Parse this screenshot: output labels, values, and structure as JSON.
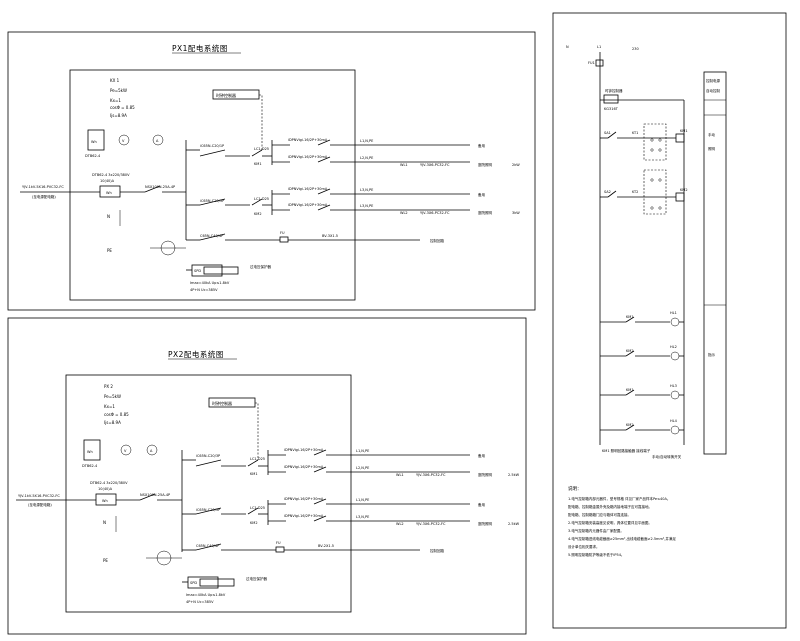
{
  "px1": {
    "title": "PX1配电系统图",
    "params": [
      "KX 1",
      "Pe=5kW",
      "Kx=1",
      "cosΦ = 0.85",
      "Ijs=8.9A"
    ],
    "remote_box": "时钟控制器",
    "meter_label": "DTB62-4",
    "meter_v": "V",
    "meter_a": "A",
    "incoming_cable": "YJV-1kV-5X16-PVC32-FC",
    "incoming_sub": "(至电源配电箱)",
    "meter_spec": "DTB62-4 3x220/380V",
    "meter_spec2": "10(40)A",
    "wh_label": "Wh",
    "main_breaker": "NSX100N-25A-4P",
    "n_label": "N",
    "pe_label": "PE",
    "feeders": [
      {
        "breaker": "iC65N-C20/1P",
        "km": "KM1",
        "contactor": "LC1-D25",
        "branch": "iDPNVigi-16/2P+30mA",
        "circuit": "L1,N,PE",
        "cable": "",
        "spec": "",
        "load": "备用",
        "power": ""
      },
      {
        "breaker": "",
        "km": "",
        "contactor": "",
        "branch": "iDPNVigi-16/2P+30mA",
        "circuit": "L2,N,PE",
        "cable": "WL1",
        "spec": "YJV-3X6-PC32-FC",
        "load": "庭院照明",
        "power": "2kW"
      },
      {
        "breaker": "iC65N-C20/3P",
        "km": "KM2",
        "contactor": "LC1-D25",
        "branch": "iDPNVigi-16/2P+30mA",
        "circuit": "L3,N,PE",
        "cable": "",
        "spec": "",
        "load": "备用",
        "power": ""
      },
      {
        "breaker": "",
        "km": "",
        "contactor": "",
        "branch": "iDPNVigi-16/2P+30mA",
        "circuit": "L3,N,PE",
        "cable": "WL2",
        "spec": "YJV-3X6-PC32-FC",
        "load": "庭院照明",
        "power": "3kW"
      }
    ],
    "spd_breaker": "C65N-C40/4P",
    "spd_fu": "FU",
    "spd_spec": "BV-3X1.5",
    "spd_load": "控制回路",
    "bottom_box": "SPD",
    "bottom_note1": "过电压保护器",
    "bottom_note2": "Imax=40kA Up≤1.8kV",
    "bottom_note3": "4P+N Uc=385V"
  },
  "px2": {
    "title": "PX2配电系统图",
    "params": [
      "PX 2",
      "Pe=5kW",
      "Kx=1",
      "cosΦ = 0.85",
      "Ijs=8.9A"
    ],
    "remote_box": "时钟控制器",
    "meter_label": "DTB62-4",
    "meter_v": "V",
    "meter_a": "A",
    "incoming_cable": "YJV-1kV-5X16-PVC32-FC",
    "incoming_sub": "(至电源配电箱)",
    "meter_spec": "DTB62-4 3x220/380V",
    "meter_spec2": "10(40)A",
    "wh_label": "Wh",
    "main_breaker": "NSX100N-25A-4P",
    "n_label": "N",
    "pe_label": "PE",
    "feeders": [
      {
        "breaker": "iC65N-C20/3P",
        "km": "KM1",
        "contactor": "LC1-D25",
        "branch": "iDPNVigi-16/2P+30mA",
        "circuit": "L1,N,PE",
        "cable": "",
        "spec": "",
        "load": "备用",
        "power": ""
      },
      {
        "breaker": "",
        "km": "",
        "contactor": "",
        "branch": "iDPNVigi-16/2P+30mA",
        "circuit": "L2,N,PE",
        "cable": "WL1",
        "spec": "YJV-3X6-PC32-FC",
        "load": "庭院照明",
        "power": "2.5kW"
      },
      {
        "breaker": "iC65N-C20/3P",
        "km": "KM2",
        "contactor": "LC1-D25",
        "branch": "iDPNVigi-16/2P+30mA",
        "circuit": "L1,N,PE",
        "cable": "",
        "spec": "",
        "load": "备用",
        "power": ""
      },
      {
        "breaker": "",
        "km": "",
        "contactor": "",
        "branch": "iDPNVigi-16/2P+30mA",
        "circuit": "L3,N,PE",
        "cable": "WL2",
        "spec": "YJV-3X6-PC32-FC",
        "load": "庭院照明",
        "power": "2.5kW"
      }
    ],
    "spd_breaker": "C65N-C40/4P",
    "spd_fu": "FU",
    "spd_spec": "BV-2X1.5",
    "spd_load": "控制回路",
    "bottom_box": "SPD",
    "bottom_note1": "过电压保护器",
    "bottom_note2": "Imax=40kA Up≤1.8kV",
    "bottom_note3": "4P+N Uc=385V"
  },
  "control": {
    "top_n": "N",
    "top_l": "L1",
    "top_qf": "QF",
    "top_label": "230",
    "fu1": "FU1",
    "timer": "时钟控制器",
    "timer_spec": "KG316T",
    "k1": "SA1",
    "k2": "SA2",
    "km1": "KM1",
    "km2": "KM2",
    "kt1": "KT1",
    "kt2": "KT2",
    "hl": [
      "HL1",
      "HL2",
      "HL3",
      "HL4"
    ],
    "hl_labels": [
      "KM1",
      "KM2",
      "KM1",
      "KM2"
    ],
    "right_col": [
      "控制电源",
      "自动控制",
      "手动",
      "照明",
      "指示"
    ],
    "bottom_notes": [
      "KM1 照明回路接触器 接线端子",
      "手动/自动转换开关"
    ],
    "notes_title": "说明：",
    "notes": [
      "1.电气控制箱内部元器件，型号规格 详见厂家产品样本Pe≤40A。",
      "  配电箱、控制箱金属外壳及箱内接地端子应可靠接地。",
      "  配电箱、控制箱箱门应与箱体可靠连接。",
      "2.电气控制箱安装高度见说明，具体位置详见平面图。",
      "3.电气控制箱内元器件由厂家配置。",
      "4.电气控制箱进线电缆截面≥25mm²,出线电缆截面≥2.5mm²,并满足",
      "  设计单位相关要求。",
      "5.照明控制箱防护等级不低于IP54。"
    ]
  }
}
